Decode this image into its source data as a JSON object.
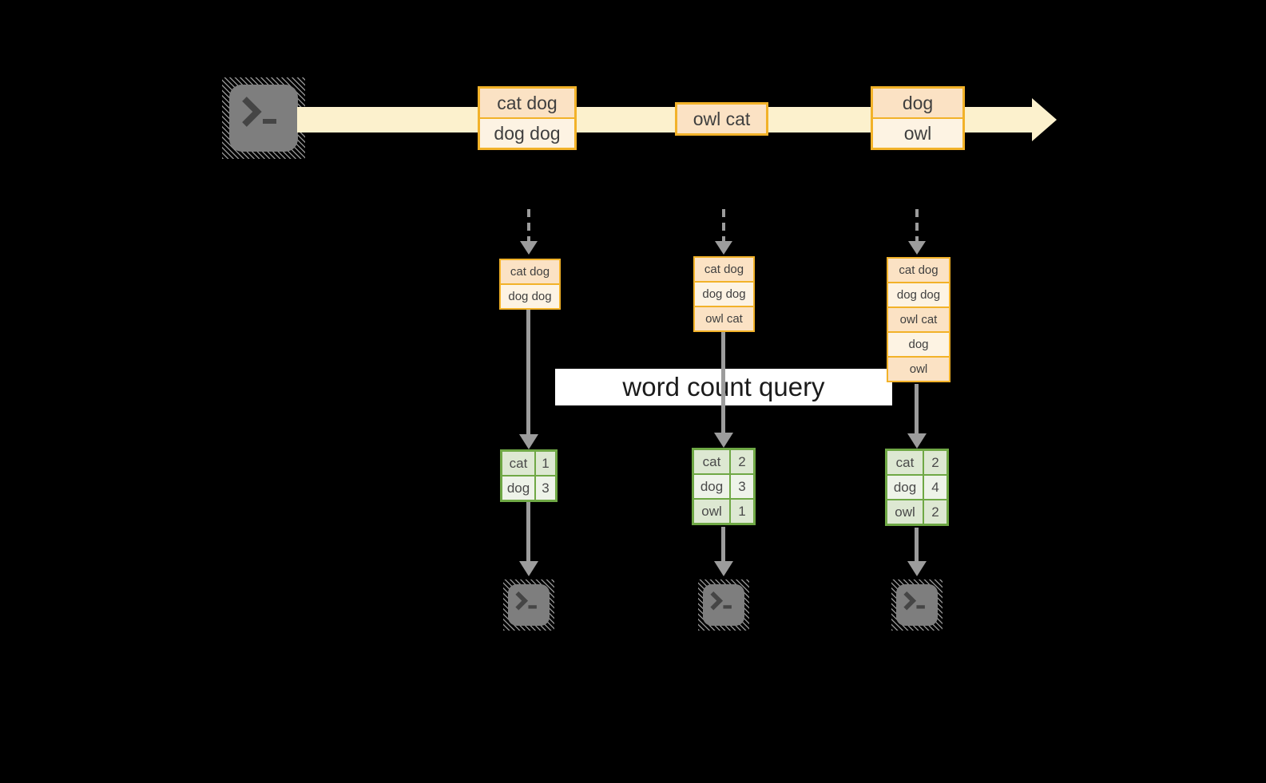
{
  "query_label": "word count query",
  "icons": {
    "terminal_prompt": ">_"
  },
  "colors": {
    "background": "#000000",
    "stream_fill": "#fcf1cd",
    "event_border": "#f2b229",
    "event_fill_dark": "#fbe2c4",
    "event_fill_light": "#fdf3e3",
    "table_border": "#6fa845",
    "table_row_dark": "#dde8d2",
    "table_row_light": "#eef3e9",
    "arrow_gray": "#9c9c9c",
    "terminal_gray": "#7e7e7e",
    "label_bg": "#ffffff",
    "text_dark": "#3f3f3f"
  },
  "stream": {
    "events": [
      {
        "cells": [
          "cat dog",
          "dog dog"
        ]
      },
      {
        "cells": [
          "owl cat"
        ]
      },
      {
        "cells": [
          "dog",
          "owl"
        ]
      }
    ]
  },
  "columns": [
    {
      "buffer": [
        "cat dog",
        "dog dog"
      ],
      "counts": [
        [
          "cat",
          "1"
        ],
        [
          "dog",
          "3"
        ]
      ]
    },
    {
      "buffer": [
        "cat dog",
        "dog dog",
        "owl cat"
      ],
      "counts": [
        [
          "cat",
          "2"
        ],
        [
          "dog",
          "3"
        ],
        [
          "owl",
          "1"
        ]
      ]
    },
    {
      "buffer": [
        "cat dog",
        "dog dog",
        "owl cat",
        "dog",
        "owl"
      ],
      "counts": [
        [
          "cat",
          "2"
        ],
        [
          "dog",
          "4"
        ],
        [
          "owl",
          "2"
        ]
      ]
    }
  ]
}
